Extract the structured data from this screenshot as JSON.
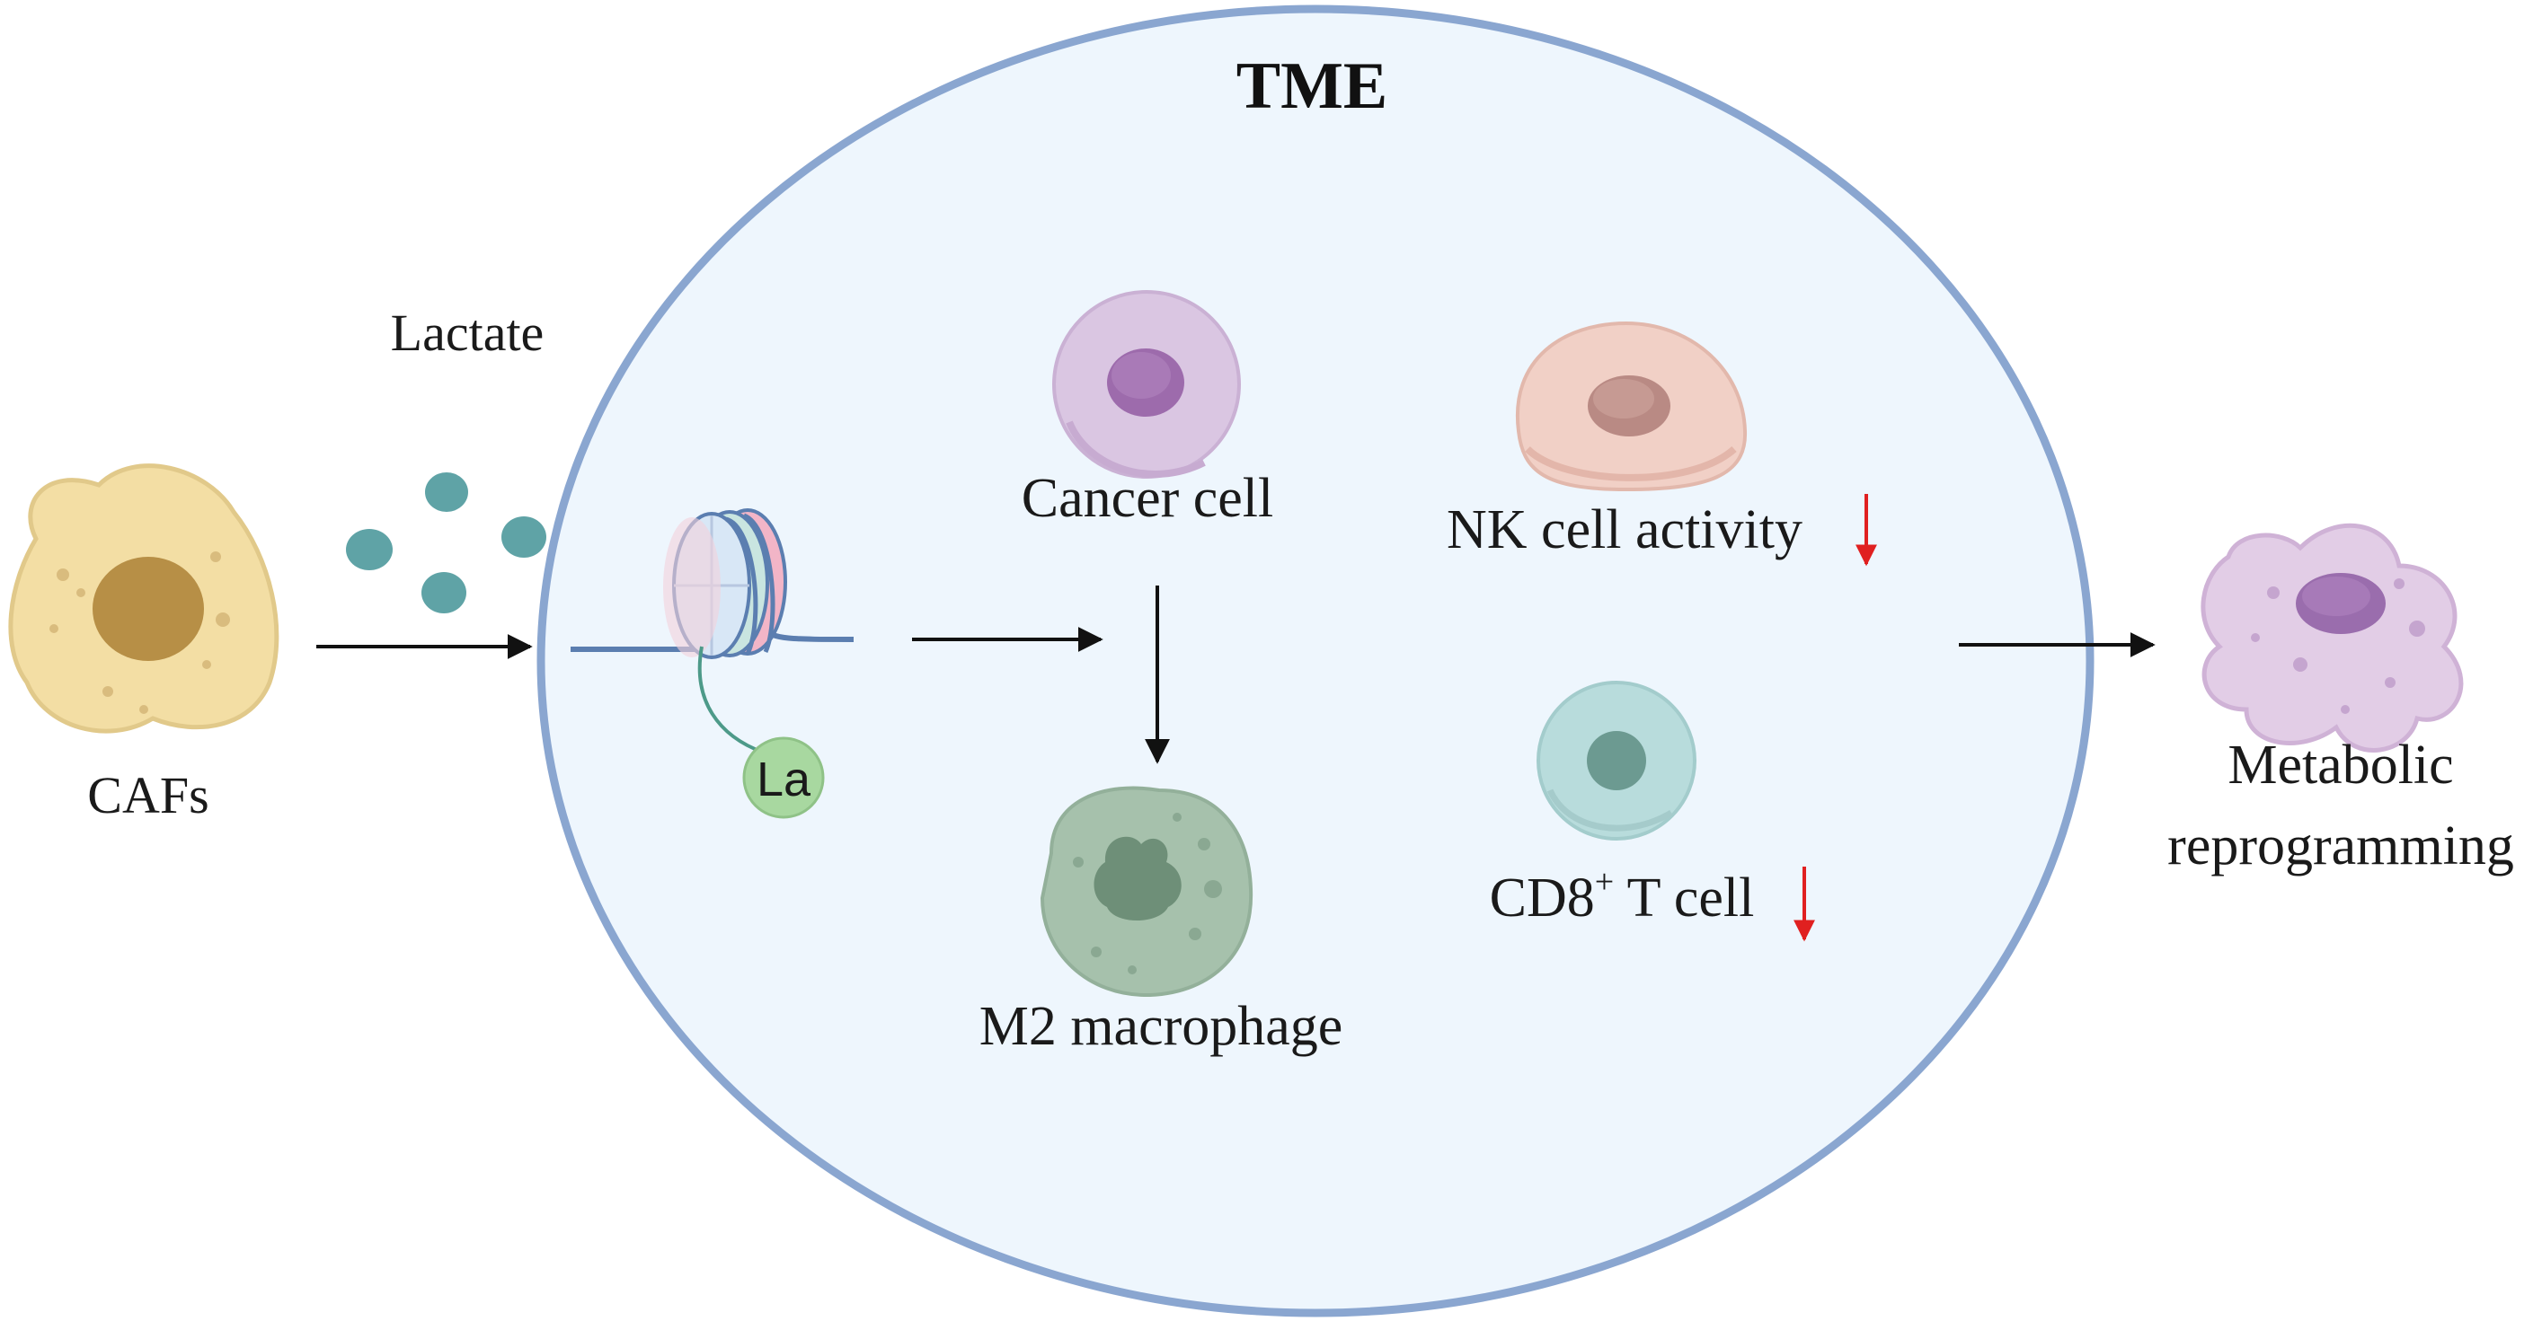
{
  "diagram": {
    "title": "TME",
    "labels": {
      "cafs": "CAFs",
      "lactate": "Lactate",
      "lactyl_badge": "La",
      "cancer_cell": "Cancer cell",
      "m2_macrophage": "M2 macrophage",
      "nk_cell_activity": "NK cell activity",
      "cd8_t_cell_prefix": "CD8",
      "cd8_t_cell_sup": "+",
      "cd8_t_cell_suffix": " T cell",
      "metabolic_line1": "Metabolic",
      "metabolic_line2": "reprogramming"
    },
    "icons": {
      "caf_cell": "cancer-associated-fibroblast-icon",
      "lactate_molecule": "lactate-molecule-icon",
      "nucleosome": "nucleosome-icon",
      "cancer_cell": "cancer-cell-icon",
      "nk_cell": "nk-cell-icon",
      "t_cell": "t-cell-icon",
      "macrophage": "macrophage-icon",
      "reprogrammed_cell": "reprogrammed-cell-icon",
      "decrease_arrow": "down-arrow-icon"
    },
    "colors": {
      "tme_fill": "#eef6fd",
      "tme_border": "#8aa6d0",
      "caf": "#f3dea4",
      "caf_nucleus": "#b78f46",
      "lactate": "#5fa3a6",
      "cancer": "#dac6e2",
      "cancer_nucleus": "#9d6bac",
      "nk": "#f1d0c6",
      "nk_nucleus": "#b98a84",
      "t_cell": "#b8dcdc",
      "t_cell_nucleus": "#6c9a91",
      "macrophage": "#a6c1ac",
      "macrophage_nucleus": "#6e8f78",
      "reprogrammed": "#e2cde6",
      "reprogrammed_nucleus": "#9a6dad",
      "badge": "#a8d8a0",
      "decrease_arrow": "#e02020",
      "arrow": "#111111"
    }
  }
}
